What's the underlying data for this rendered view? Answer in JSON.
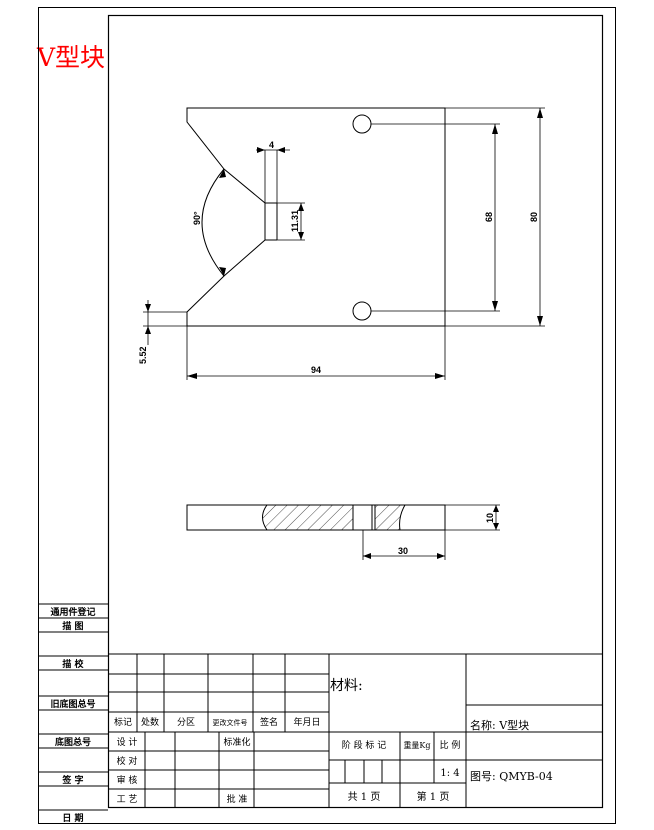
{
  "title": "V型块",
  "drawing": {
    "dims": {
      "slot_width": "4",
      "angle": "90°",
      "slot_depth": "11.31",
      "hole_spacing": "68",
      "height": "80",
      "offset": "5.52",
      "length": "94",
      "thickness": "10",
      "side_view_len": "30"
    }
  },
  "side_panel": {
    "rows": [
      "通用件登记",
      "描  图",
      "描  校",
      "旧底图总号",
      "底图总号",
      "签  字",
      "日  期"
    ]
  },
  "title_block": {
    "rev_headers": [
      "标记",
      "处数",
      "分区",
      "更改文件号",
      "签名",
      "年月日"
    ],
    "sign_rows": [
      "设 计",
      "校 对",
      "审 核",
      "工 艺"
    ],
    "std_label": "标准化",
    "approve_label": "批 准",
    "material_label": "材料:",
    "stage_label": "阶 段 标 记",
    "weight_label": "重量Kg",
    "scale_label": "比 例",
    "scale_value": "1: 4",
    "total_pages": "共 1 页",
    "page_num": "第 1 页",
    "name_label": "名称: V型块",
    "drawing_no": "图号: QMYB-04"
  },
  "colors": {
    "title": "#ff0000",
    "line": "#000000"
  }
}
